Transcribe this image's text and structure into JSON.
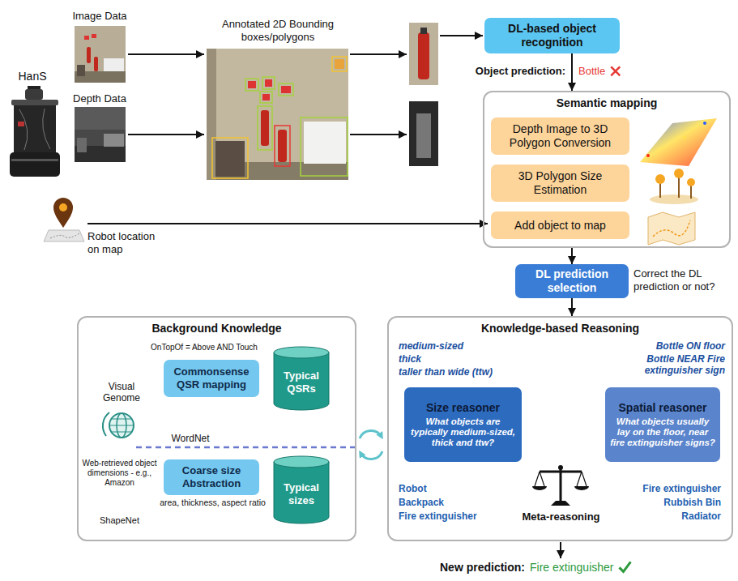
{
  "diagram": {
    "nodes": [
      {
        "text": [
          "DL-based object recognition"
        ]
      },
      {
        "text": [
          "Semantic mapping"
        ]
      },
      {
        "text": [
          "Depth Image to 3D Polygon Conversion"
        ],
        "in": 1
      },
      {
        "text": [
          "3D Polygon Size Estimation"
        ],
        "in": 1
      },
      {
        "text": [
          "Add object to map"
        ],
        "in": 1
      },
      {
        "text": [
          "DL prediction selection"
        ]
      },
      {
        "text": [
          "Background Knowledge"
        ]
      },
      {
        "text": [
          "Commonsense QSR mapping"
        ],
        "in": 6
      },
      {
        "text": [
          "Typical QSRs"
        ],
        "in": 6
      },
      {
        "text": [
          "Coarse size Abstraction"
        ],
        "in": 6
      },
      {
        "text": [
          "Typical sizes"
        ],
        "in": 6
      },
      {
        "text": [
          "Knowledge-based Reasoning"
        ]
      },
      {
        "text": [
          "Size reasoner",
          "What objects are typically medium-sized, thick and ttw?"
        ],
        "in": 11
      },
      {
        "text": [
          "Spatial reasoner",
          "What objects usually lay on the floor, near fire extinguisher signs?"
        ],
        "in": 11
      }
    ],
    "edges": [
      {
        "from": 0,
        "to": 1,
        "arrow": "to"
      },
      {
        "from": 1,
        "to": 5,
        "arrow": "to"
      },
      {
        "from": 5,
        "to": 11,
        "arrow": "to"
      }
    ],
    "labels": [
      "Image Data",
      "Annotated 2D Bounding boxes/polygons",
      "HanS",
      "Depth Data",
      "Object prediction:",
      "Bottle",
      "Robot location on map",
      "Correct the DL prediction or not?",
      "OnTopOf = Above AND Touch",
      "Visual Genome",
      "WordNet",
      "Web-retrieved object dimensions - e.g., Amazon",
      "area, thickness, aspect ratio",
      "ShapeNet",
      "medium-sized",
      "thick",
      "taller than wide (ttw)",
      "Bottle ON floor",
      "Bottle NEAR Fire extinguisher sign",
      "Robot",
      "Backpack",
      "Fire extinguisher",
      "Meta-reasoning",
      "Fire extinguisher",
      "Rubbish Bin",
      "Radiator",
      "New prediction:",
      "Fire extinguisher"
    ]
  }
}
